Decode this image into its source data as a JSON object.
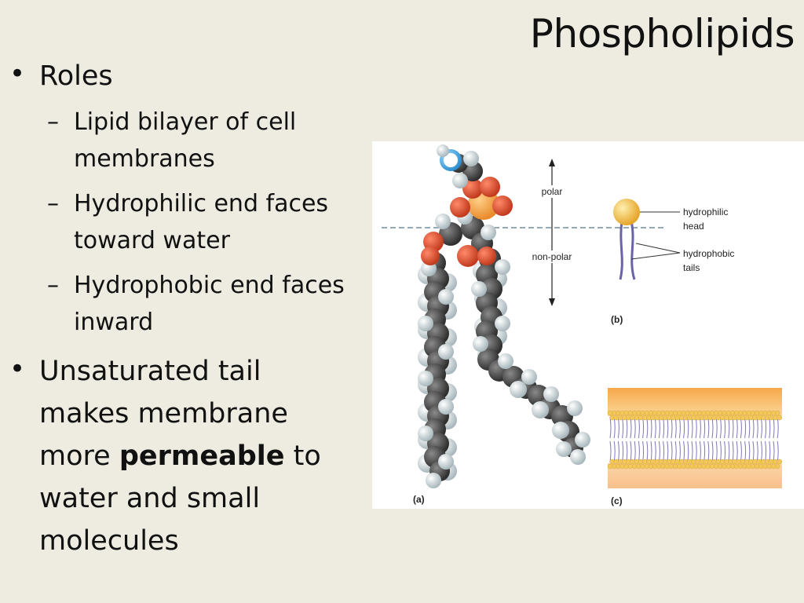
{
  "slide": {
    "title": "Phospholipids",
    "bullets": {
      "roles": "Roles",
      "sub": [
        "Lipid bilayer of cell membranes",
        "Hydrophilic end faces toward water",
        "Hydrophobic end faces inward"
      ],
      "unsat_pre": "Unsaturated tail makes membrane more",
      "unsat_bold": "permeable",
      "unsat_post": "to water and small molecules"
    }
  },
  "figure": {
    "polar_label": "polar",
    "nonpolar_label": "non-polar",
    "head_label_1": "hydrophilic",
    "head_label_2": "head",
    "tail_label_1": "hydrophobic",
    "tail_label_2": "tails",
    "panel_a": "(a)",
    "panel_b": "(b)",
    "panel_c": "(c)"
  }
}
